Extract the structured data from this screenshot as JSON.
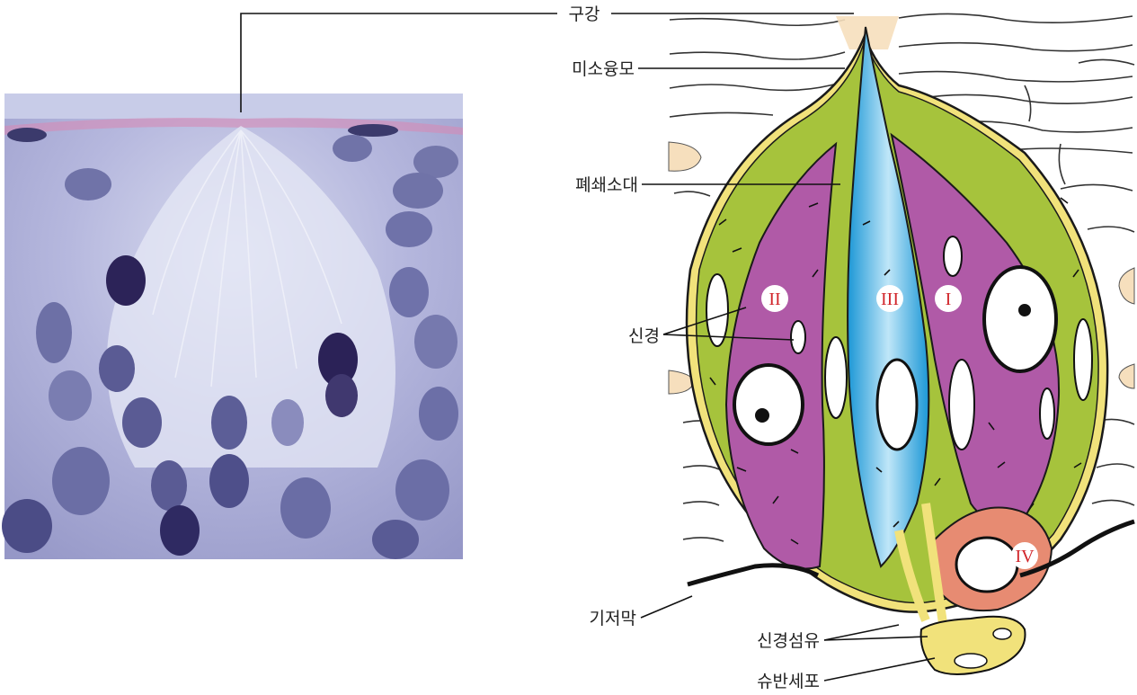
{
  "labels": {
    "oral_cavity": "구강",
    "microvilli": "미소융모",
    "tight_junction": "폐쇄소대",
    "nerve": "신경",
    "basal_membrane": "기저막",
    "nerve_fiber": "신경섬유",
    "schwann_cell": "슈반세포"
  },
  "cell_types": {
    "type_1": "I",
    "type_2": "II",
    "type_3": "III",
    "type_4": "IV"
  },
  "colors": {
    "micrograph_bg": "#a5a7d3",
    "supporting_cell": "#a6c33c",
    "type_1_2_cell": "#b05aa7",
    "type_3_cell": "#2ea7dd",
    "type_4_cell": "#e78b72",
    "capsule": "#f1e27b",
    "surrounding_epithelium": "#f6dfbd",
    "roman_label": "#d1262b"
  }
}
